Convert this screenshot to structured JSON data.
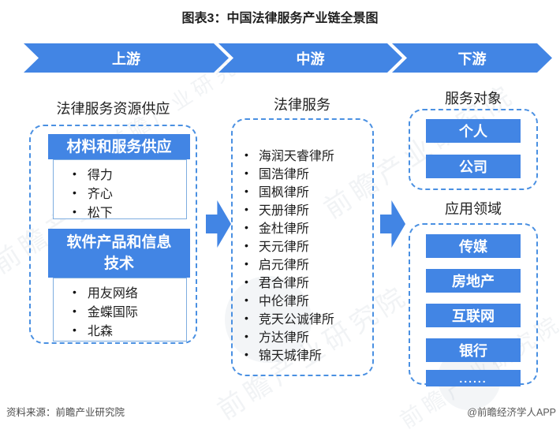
{
  "title": "图表3：中国法律服务产业链全景图",
  "banner": {
    "segments": [
      "上游",
      "中游",
      "下游"
    ]
  },
  "upstream": {
    "header": "法律服务资源供应",
    "groups": [
      {
        "title": "材料和服务供应",
        "items": [
          "得力",
          "齐心",
          "松下"
        ]
      },
      {
        "title": "软件产品和信息技术",
        "items": [
          "用友网络",
          "金蝶国际",
          "北森"
        ]
      }
    ]
  },
  "midstream": {
    "header": "法律服务",
    "items": [
      "海润天睿律所",
      "国浩律所",
      "国枫律所",
      "天册律所",
      "金杜律所",
      "天元律所",
      "启元律所",
      "君合律所",
      "中伦律所",
      "竞天公诚律所",
      "方达律所",
      "锦天城律所"
    ]
  },
  "downstream": {
    "sections": [
      {
        "header": "服务对象",
        "items": [
          "个人",
          "公司"
        ]
      },
      {
        "header": "应用领域",
        "items": [
          "传媒",
          "房地产",
          "互联网",
          "银行",
          "......"
        ]
      }
    ]
  },
  "footer": {
    "source": "资料来源：前瞻产业研究院",
    "credit": "@前瞻经济学人APP"
  },
  "watermark": {
    "text": "前瞻产业研究院"
  },
  "glyphs": {
    "bullet": "•"
  },
  "colors": {
    "primary_blue": "#4285E4",
    "dashed_border_blue": "#4A90E2",
    "list_border_blue": "#7EADE0",
    "text_dark": "#1F1F1F",
    "footer_gray": "#595959"
  }
}
